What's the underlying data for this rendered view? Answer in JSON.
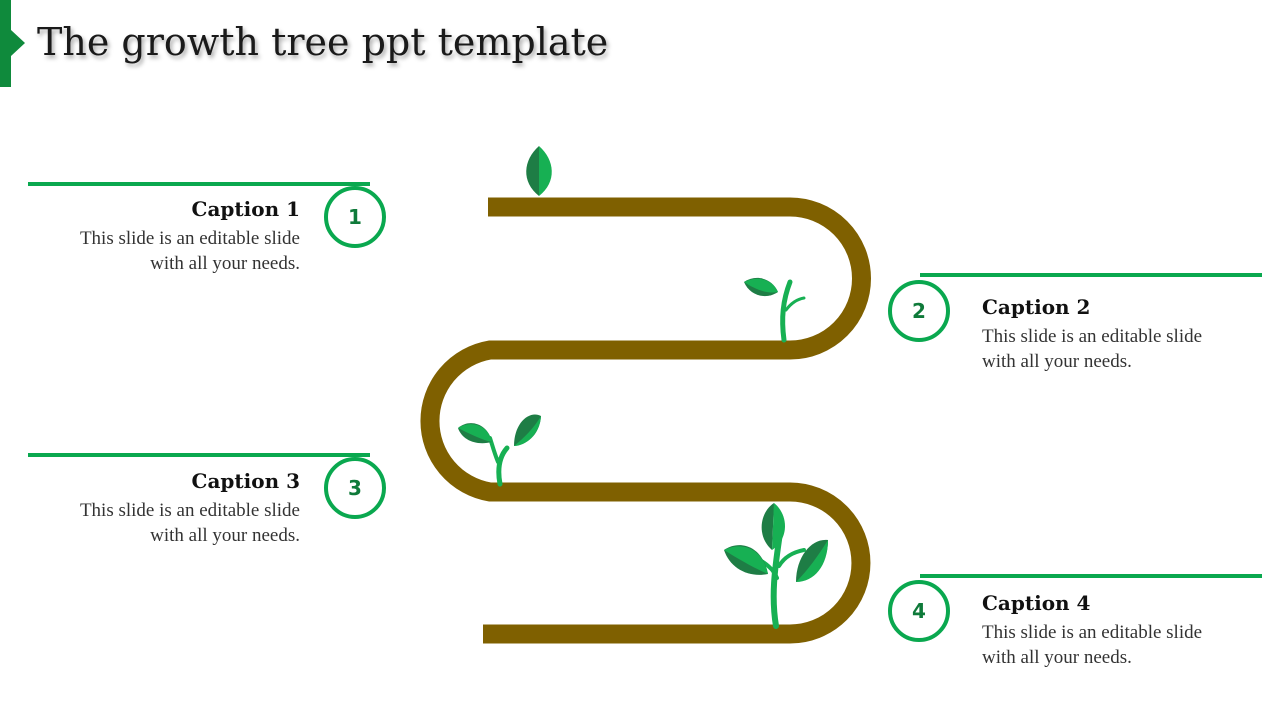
{
  "slide": {
    "title": "The growth tree ppt template"
  },
  "colors": {
    "accent": "#0f8a3c",
    "line_green": "#0aa84f",
    "number_green": "#0f7a3a",
    "path_brown": "#7f6000",
    "leaf_dark": "#1e7d45",
    "leaf_light": "#17b053"
  },
  "captions": [
    {
      "number": "1",
      "title": "Caption 1",
      "text": "This slide is an editable slide\nwith all your needs."
    },
    {
      "number": "2",
      "title": "Caption 2",
      "text": "This slide is an editable slide\nwith all your needs."
    },
    {
      "number": "3",
      "title": "Caption 3",
      "text": "This slide is an editable slide\nwith all your needs."
    },
    {
      "number": "4",
      "title": "Caption 4",
      "text": "This slide is an editable slide\nwith all your needs."
    }
  ],
  "icons": [
    "leaf-icon",
    "sprout-icon",
    "plant-icon"
  ]
}
